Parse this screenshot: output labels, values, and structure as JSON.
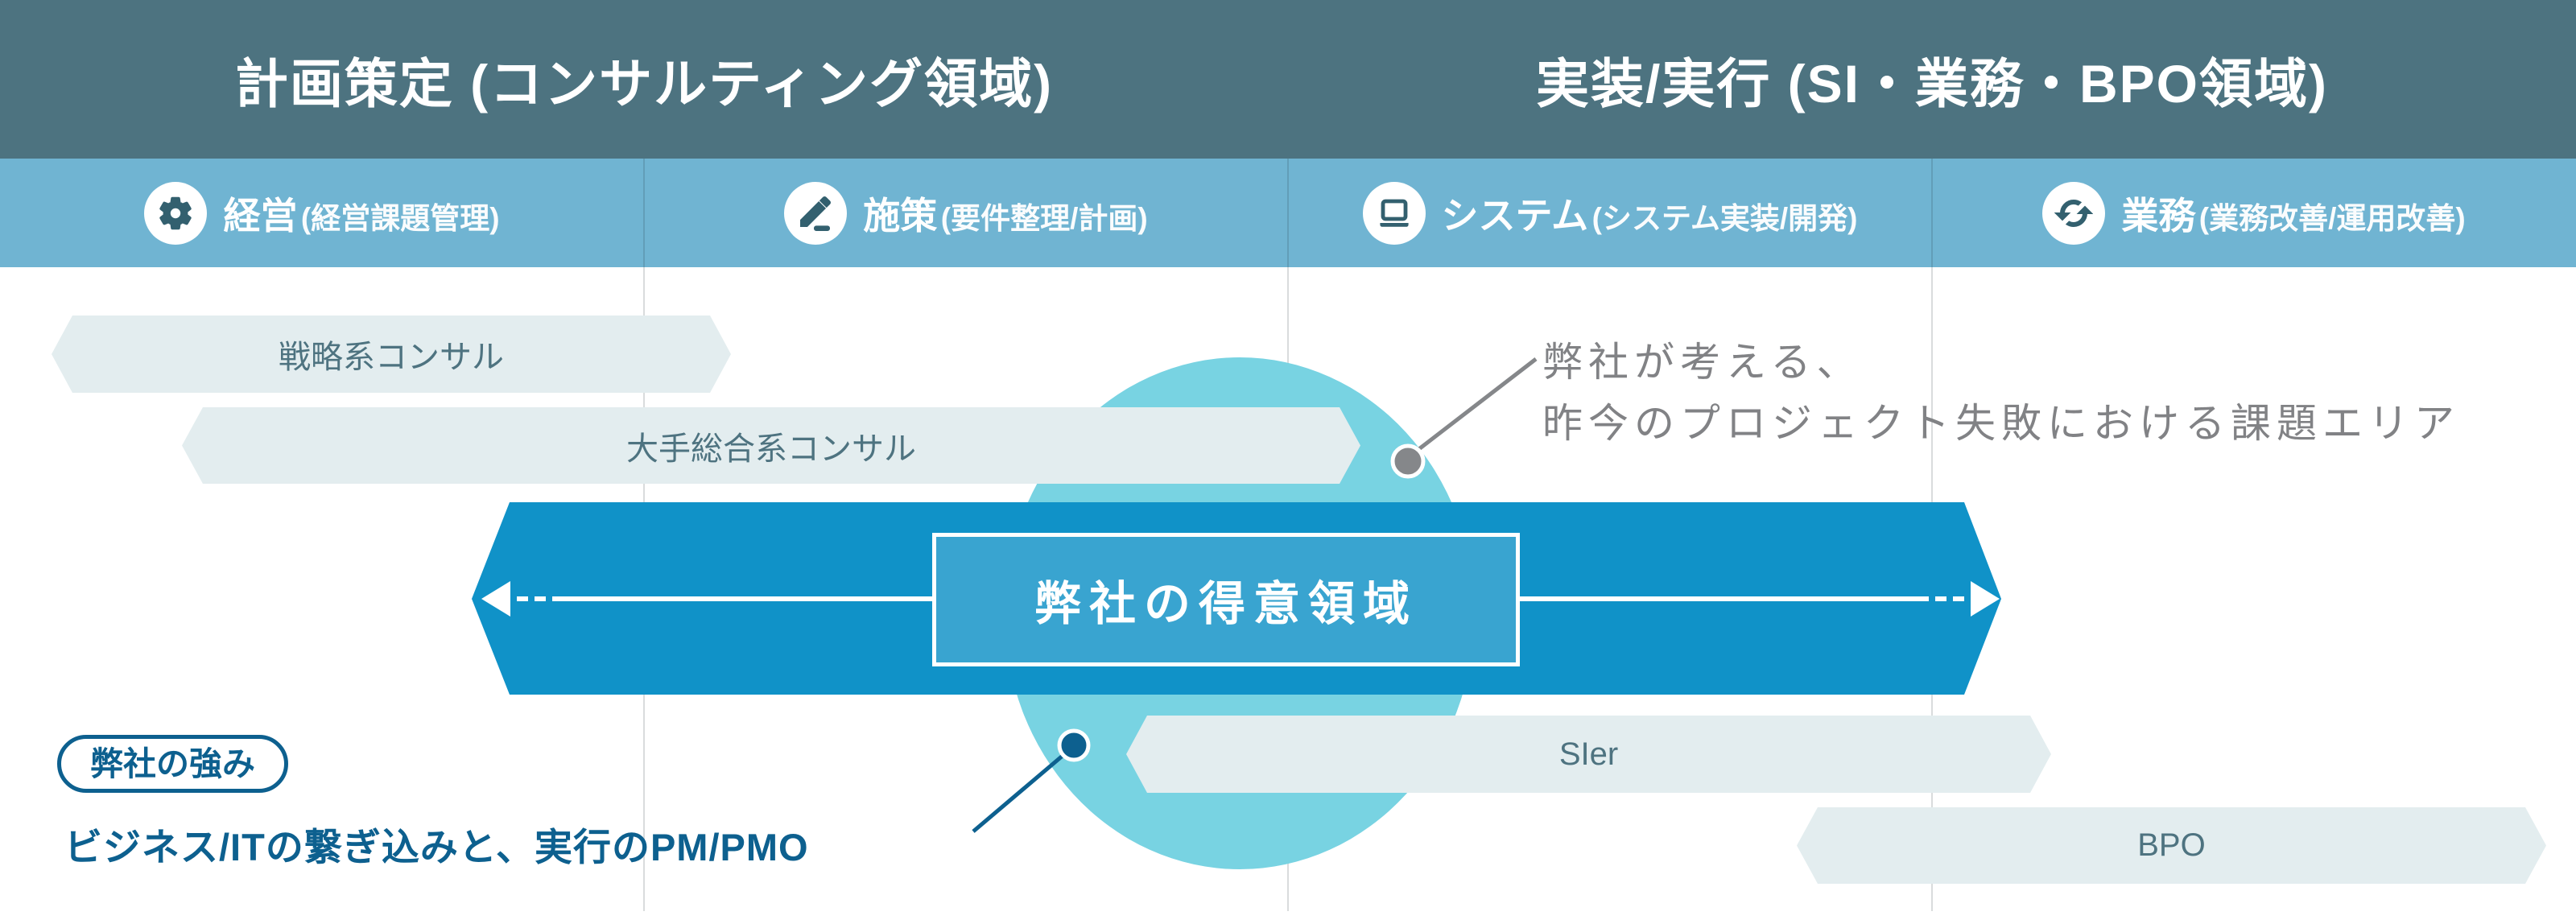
{
  "header": {
    "left": "計画策定 (コンサルティング領域)",
    "right": "実装/実行 (SI・業務・BPO領域)"
  },
  "lanes": [
    {
      "icon": "gear-icon",
      "title": "経営",
      "subtitle": "(経営課題管理)"
    },
    {
      "icon": "pencil-icon",
      "title": "施策",
      "subtitle": "(要件整理/計画)"
    },
    {
      "icon": "laptop-icon",
      "title": "システム",
      "subtitle": "(システム実装/開発)"
    },
    {
      "icon": "cycle-icon",
      "title": "業務",
      "subtitle": "(業務改善/運用改善)"
    }
  ],
  "bars": [
    {
      "label": "戦略系コンサル"
    },
    {
      "label": "大手総合系コンサル"
    },
    {
      "label": "SIer"
    },
    {
      "label": "BPO"
    }
  ],
  "band": {
    "label": "弊社の得意領域"
  },
  "callout_problem": {
    "line1": "弊社が考える、",
    "line2": "昨今のプロジェクト失敗における課題エリア"
  },
  "callout_strength": {
    "badge": "弊社の強み",
    "text": "ビジネス/ITの繋ぎ込みと、実行のPM/PMO"
  },
  "colors": {
    "header": "#4d7380",
    "subband": "#70b4d2",
    "band": "#1092c8",
    "box": "#39a4d0",
    "circle": "#78d3e2",
    "bar": "#e3edef",
    "barText": "#4e7380",
    "navy": "#0d608f",
    "gray": "#818285",
    "divider": "#d9dcdd"
  }
}
